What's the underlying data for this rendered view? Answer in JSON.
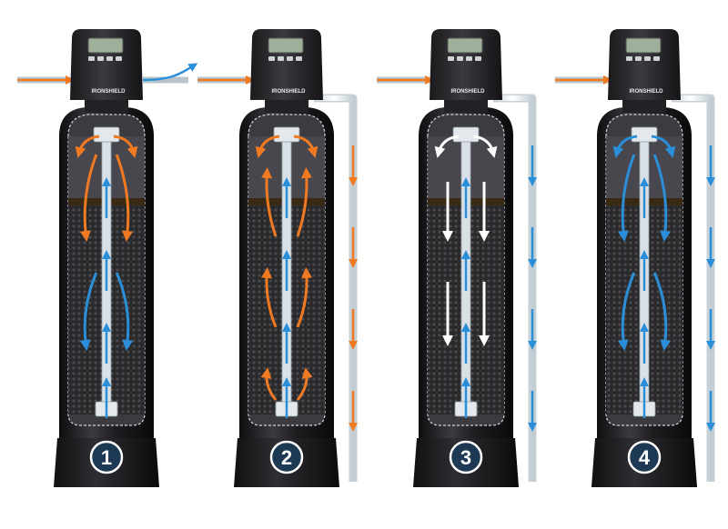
{
  "brand": "IRONSHIELD",
  "steps": [
    {
      "number": "1",
      "pipe": "inline",
      "flow_up": "#2a8fd8",
      "flow_side": "#f07a22"
    },
    {
      "number": "2",
      "pipe": "drain",
      "flow_up": "#2a8fd8",
      "flow_side": "#f07a22"
    },
    {
      "number": "3",
      "pipe": "drain",
      "flow_up": "#2a8fd8",
      "flow_side": "#ffffff"
    },
    {
      "number": "4",
      "pipe": "drain",
      "flow_up": "#2a8fd8",
      "flow_side": "#2a8fd8"
    }
  ],
  "colors": {
    "tank": "#1b1b1d",
    "tank_highlight": "#3a3a3e",
    "media": "#2e2e30",
    "water": "#2a8fd8",
    "hot": "#f07a22",
    "pipe": "#e9eef2"
  }
}
